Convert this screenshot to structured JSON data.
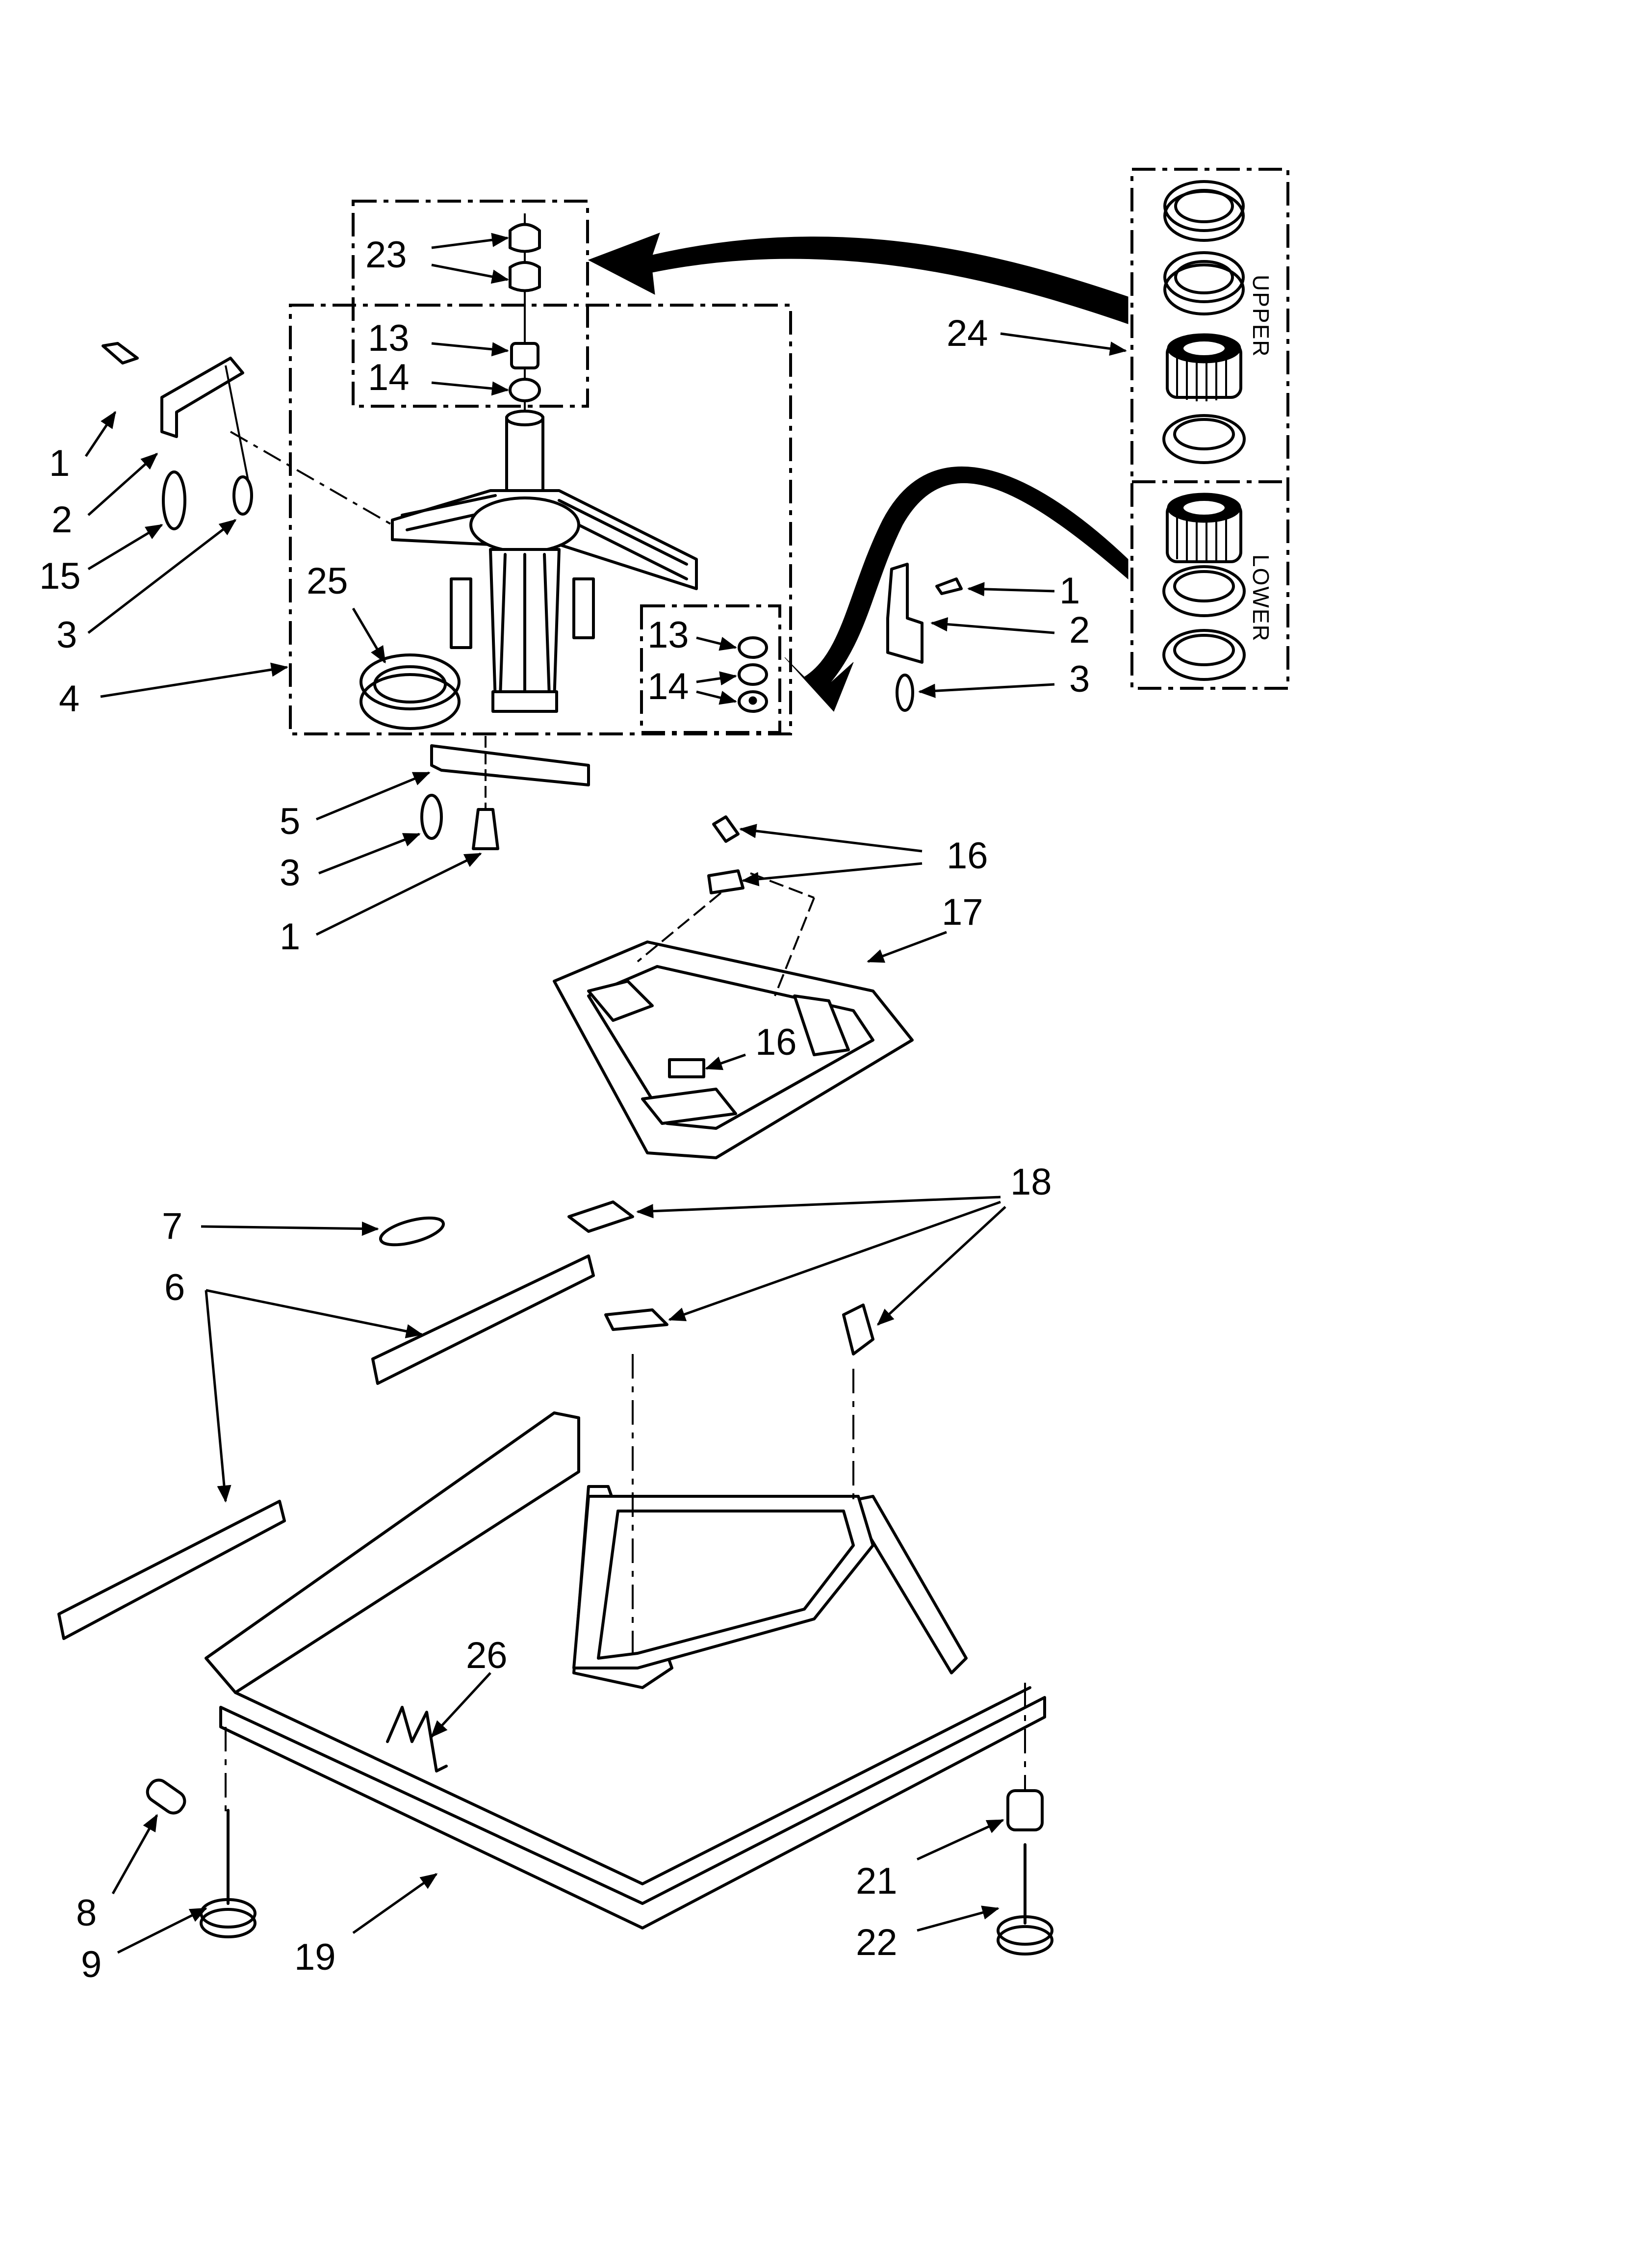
{
  "callouts": [
    {
      "id": "c23",
      "text": "23"
    },
    {
      "id": "c13a",
      "text": "13"
    },
    {
      "id": "c14a",
      "text": "14"
    },
    {
      "id": "c1a",
      "text": "1"
    },
    {
      "id": "c2a",
      "text": "2"
    },
    {
      "id": "c15",
      "text": "15"
    },
    {
      "id": "c3a",
      "text": "3"
    },
    {
      "id": "c25",
      "text": "25"
    },
    {
      "id": "c4",
      "text": "4"
    },
    {
      "id": "c13b",
      "text": "13"
    },
    {
      "id": "c14b",
      "text": "14"
    },
    {
      "id": "c1b",
      "text": "1"
    },
    {
      "id": "c2b",
      "text": "2"
    },
    {
      "id": "c3b",
      "text": "3"
    },
    {
      "id": "c24",
      "text": "24"
    },
    {
      "id": "c5",
      "text": "5"
    },
    {
      "id": "c3c",
      "text": "3"
    },
    {
      "id": "c1c",
      "text": "1"
    },
    {
      "id": "c16a",
      "text": "16"
    },
    {
      "id": "c17",
      "text": "17"
    },
    {
      "id": "c16b",
      "text": "16"
    },
    {
      "id": "c7",
      "text": "7"
    },
    {
      "id": "c18",
      "text": "18"
    },
    {
      "id": "c6",
      "text": "6"
    },
    {
      "id": "c26",
      "text": "26"
    },
    {
      "id": "c8",
      "text": "8"
    },
    {
      "id": "c9",
      "text": "9"
    },
    {
      "id": "c19",
      "text": "19"
    },
    {
      "id": "c21",
      "text": "21"
    },
    {
      "id": "c22",
      "text": "22"
    }
  ],
  "kit_labels": {
    "upper": "UPPER",
    "lower": "LOWER"
  }
}
